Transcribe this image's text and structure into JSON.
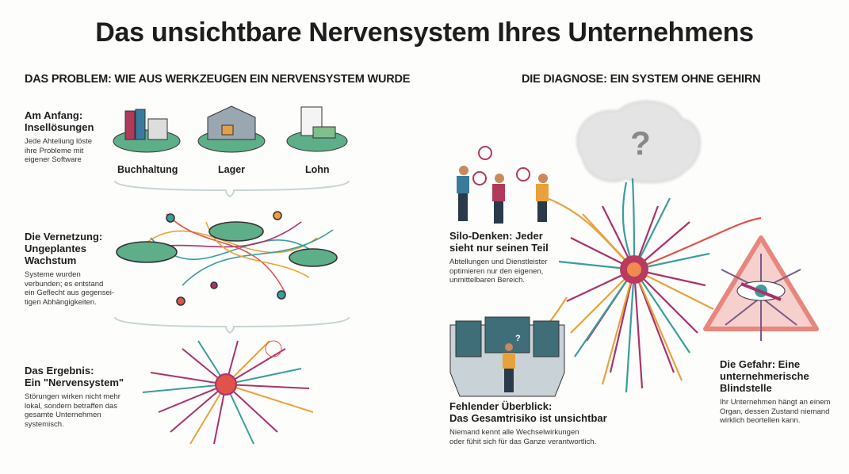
{
  "title": "Das unsichtbare Nervensystem Ihres Unternehmens",
  "left": {
    "heading": "DAS PROBLEM: WIE AUS WERKZEUGEN EIN NERVENSYSTEM WURDE",
    "steps": [
      {
        "title1": "Am Anfang:",
        "title2": "Insellösungen",
        "desc": [
          "Jede Ahteliung löste",
          "ihre Probleme mit",
          "eigener Software"
        ]
      },
      {
        "title1": "Die Vernetzung:",
        "title2": "Ungeplantes",
        "title3": "Wachstum",
        "desc": [
          "Systeme wurden",
          "verbunden; es entstand",
          "ein Geflecht aus gegensei-",
          "tigen Abhängigkeiten."
        ]
      },
      {
        "title1": "Das Ergebnis:",
        "title2": "Ein \"Nervensystem\"",
        "desc": [
          "Störungen wirken nicht mehr",
          "lokal, sondern betraffen das",
          "gesamte Unternehmen",
          "systemisch."
        ]
      }
    ],
    "islands": [
      "Buchhaltung",
      "Lager",
      "Lohn"
    ]
  },
  "right": {
    "heading": "DIE DIAGNOSE: EIN SYSTEM OHNE GEHIRN",
    "brain_symbol": "?",
    "silo": {
      "title1": "Silo-Denken: Jeder",
      "title2": "sieht nur seinen Teil",
      "desc": [
        "Abtellungen und Dienstleister",
        "optimieren nur den eigenen,",
        "unmittelbaren Bereich."
      ]
    },
    "overview": {
      "title1": "Fehlender Überblick:",
      "title2": "Das Gesamtrisiko ist unsichtbar",
      "desc": [
        "Niemand kennt alle Wechselwirkungen",
        "oder fühit sich für das Ganze verantwortlich."
      ]
    },
    "danger": {
      "title1": "Die Gefahr: Eine",
      "title2": "unternehmerische",
      "title3": "Blindstelle",
      "desc": [
        "Ihr Unternehmen hängt an einem",
        "Organ, dessen Zustand niemand",
        "wirklich beortellen kann."
      ]
    }
  },
  "colors": {
    "teal": "#3a9e9a",
    "orange": "#e9a23b",
    "magenta": "#a8336b",
    "red": "#e0524a",
    "island": "#5fae8a"
  }
}
